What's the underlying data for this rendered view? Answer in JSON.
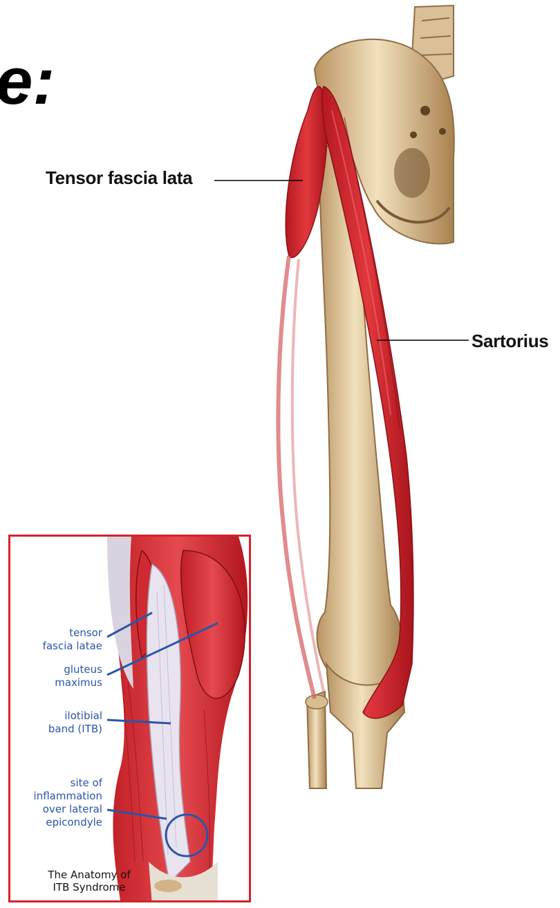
{
  "title_fragment": "e:",
  "main_labels": {
    "tensor_fascia_lata": "Tensor fascia lata",
    "sartorius": "Sartorius"
  },
  "inset": {
    "labels": [
      "tensor\nfascia latae",
      "gluteus\nmaximus",
      "ilotibial\nband (ITB)",
      "site of\ninflammation\nover lateral\nepicondyle"
    ],
    "caption": "The Anatomy of\nITB Syndrome"
  },
  "colors": {
    "muscle": "#d8252b",
    "bone": "#e8d2a8",
    "inset_border": "#d5222a",
    "inset_text": "#2b55a8"
  }
}
